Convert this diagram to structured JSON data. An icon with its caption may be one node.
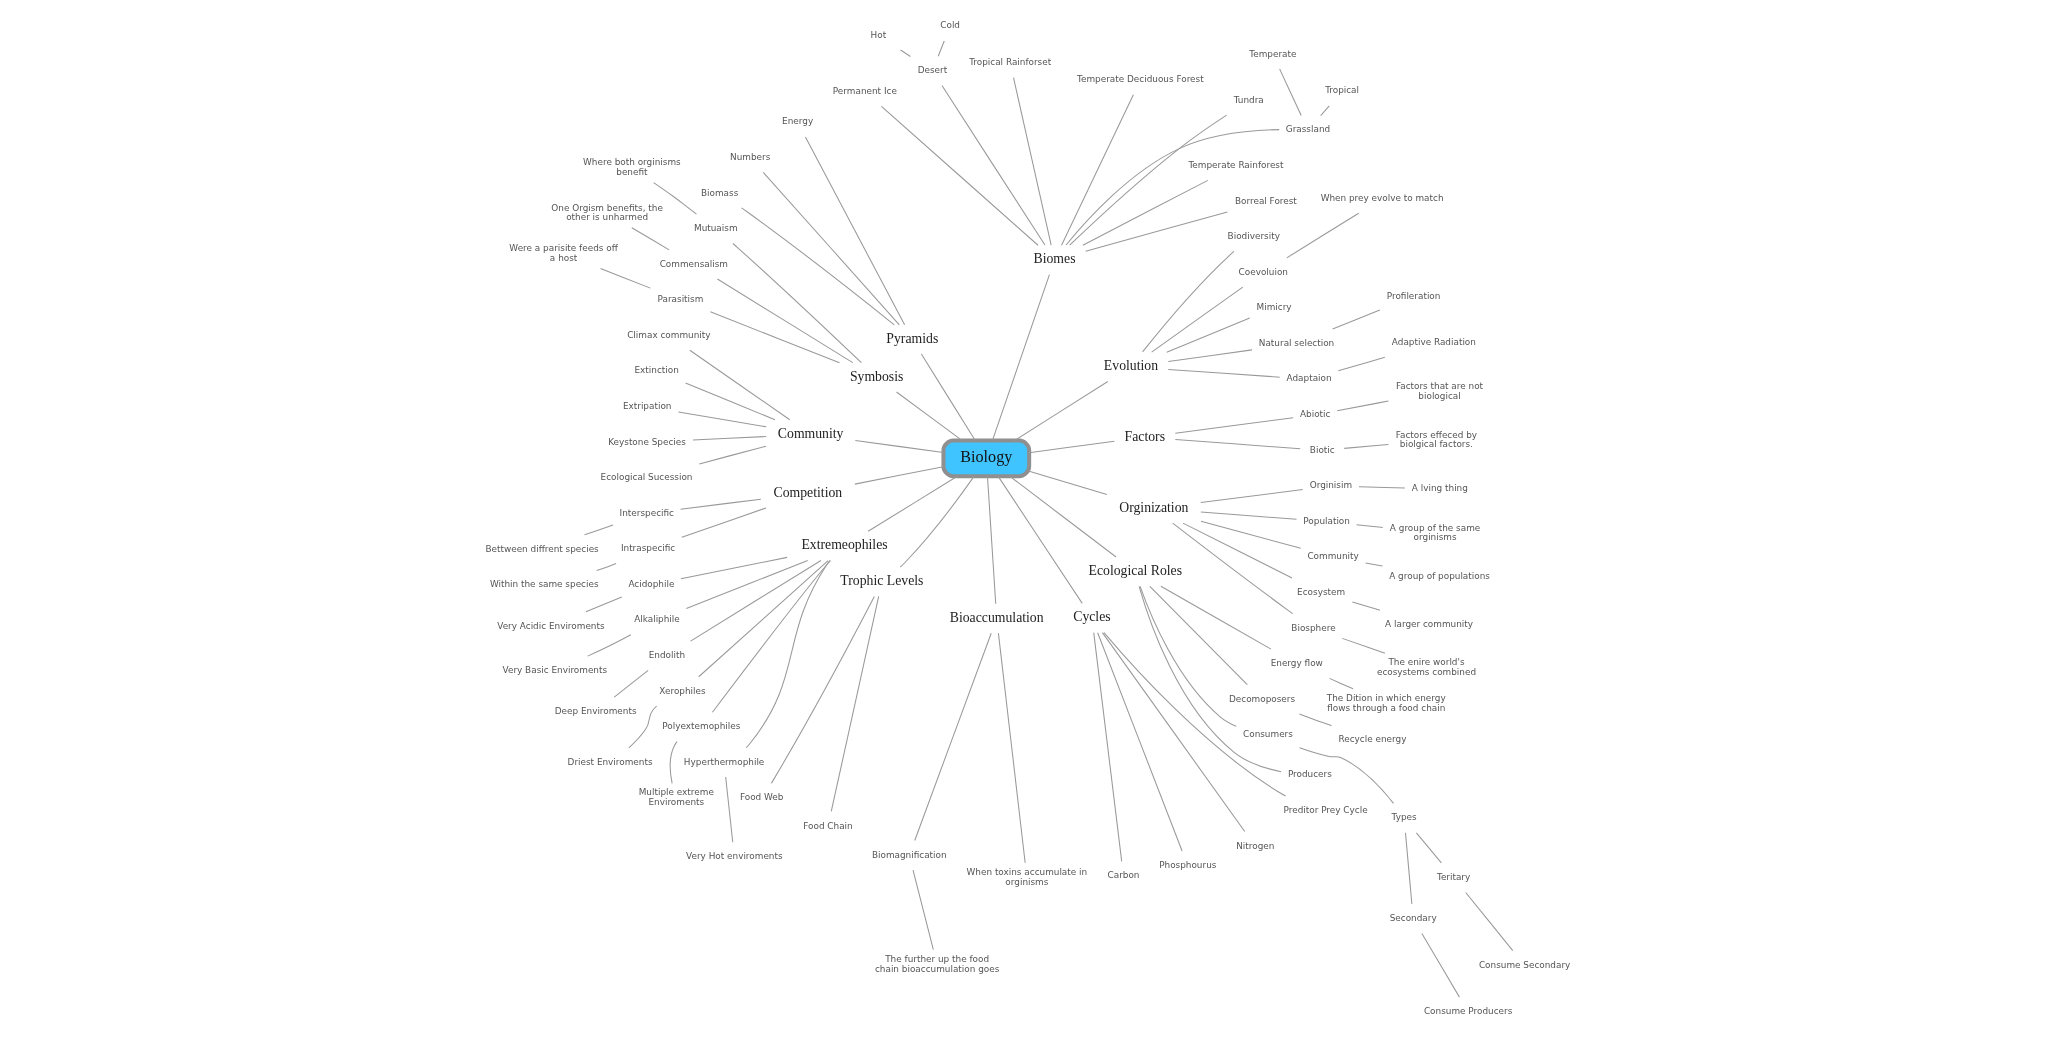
{
  "diagram": {
    "nodes": [
      {
        "text": [
          "Biology"
        ]
      },
      {
        "text": [
          "Factors"
        ]
      },
      {
        "text": [
          "Biotic"
        ]
      },
      {
        "text": [
          "Factors effeced by biolgical factors."
        ]
      },
      {
        "text": [
          "Abiotic"
        ]
      },
      {
        "text": [
          "Factors that are not biological"
        ]
      },
      {
        "text": [
          "Evolution"
        ]
      },
      {
        "text": [
          "Adaptaion"
        ]
      },
      {
        "text": [
          "Adaptive Radiation"
        ]
      },
      {
        "text": [
          "Natural selection"
        ]
      },
      {
        "text": [
          "Profileration"
        ]
      },
      {
        "text": [
          "Mimicry"
        ]
      },
      {
        "text": [
          "Coevoluion"
        ]
      },
      {
        "text": [
          "When prey evolve to match"
        ]
      },
      {
        "text": [
          "Biodiversity"
        ]
      },
      {
        "text": [
          "Biomes"
        ]
      },
      {
        "text": [
          "Borreal Forest"
        ]
      },
      {
        "text": [
          "Temperate Rainforest"
        ]
      },
      {
        "text": [
          "Grassland"
        ]
      },
      {
        "text": [
          "Tropical"
        ]
      },
      {
        "text": [
          "Temperate"
        ]
      },
      {
        "text": [
          "Tundra"
        ]
      },
      {
        "text": [
          "Temperate Deciduous Forest"
        ]
      },
      {
        "text": [
          "Tropical Rainforset"
        ]
      },
      {
        "text": [
          "Desert"
        ]
      },
      {
        "text": [
          "Cold"
        ]
      },
      {
        "text": [
          "Hot"
        ]
      },
      {
        "text": [
          "Permanent Ice"
        ]
      },
      {
        "text": [
          "Pyramids"
        ]
      },
      {
        "text": [
          "Energy"
        ]
      },
      {
        "text": [
          "Numbers"
        ]
      },
      {
        "text": [
          "Biomass"
        ]
      },
      {
        "text": [
          "Symbosis"
        ]
      },
      {
        "text": [
          "Mutuaism"
        ]
      },
      {
        "text": [
          "Where both orginisms benefit"
        ]
      },
      {
        "text": [
          "Commensalism"
        ]
      },
      {
        "text": [
          "One Orgism benefits, the other is unharmed"
        ]
      },
      {
        "text": [
          "Parasitism"
        ]
      },
      {
        "text": [
          "Were a parisite feeds off a host"
        ]
      },
      {
        "text": [
          "Community"
        ]
      },
      {
        "text": [
          "Climax community"
        ]
      },
      {
        "text": [
          "Extinction"
        ]
      },
      {
        "text": [
          "Extripation"
        ]
      },
      {
        "text": [
          "Keystone Species"
        ]
      },
      {
        "text": [
          "Ecological Sucession"
        ]
      },
      {
        "text": [
          "Competition"
        ]
      },
      {
        "text": [
          "Interspecific"
        ]
      },
      {
        "text": [
          "Bettween diffrent species"
        ]
      },
      {
        "text": [
          "Intraspecific"
        ]
      },
      {
        "text": [
          "Within the same species"
        ]
      },
      {
        "text": [
          "Extremeophiles"
        ]
      },
      {
        "text": [
          "Acidophile"
        ]
      },
      {
        "text": [
          "Very Acidic Enviroments"
        ]
      },
      {
        "text": [
          "Alkaliphile"
        ]
      },
      {
        "text": [
          "Very Basic Enviroments"
        ]
      },
      {
        "text": [
          "Endolith"
        ]
      },
      {
        "text": [
          "Deep Enviroments"
        ]
      },
      {
        "text": [
          "Xerophiles"
        ]
      },
      {
        "text": [
          "Driest Enviroments"
        ]
      },
      {
        "text": [
          "Polyextemophiles"
        ]
      },
      {
        "text": [
          "Multiple extreme Enviroments"
        ]
      },
      {
        "text": [
          "Hyperthermophile"
        ]
      },
      {
        "text": [
          "Very Hot enviroments"
        ]
      },
      {
        "text": [
          "Trophic Levels"
        ]
      },
      {
        "text": [
          "Food Web"
        ]
      },
      {
        "text": [
          "Food Chain"
        ]
      },
      {
        "text": [
          "Bioaccumulation"
        ]
      },
      {
        "text": [
          "Biomagnification"
        ]
      },
      {
        "text": [
          "The further up the food chain bioaccumulation goes"
        ]
      },
      {
        "text": [
          "When toxins accumulate in orginisms"
        ]
      },
      {
        "text": [
          "Cycles"
        ]
      },
      {
        "text": [
          "Carbon"
        ]
      },
      {
        "text": [
          "Phosphourus"
        ]
      },
      {
        "text": [
          "Nitrogen"
        ]
      },
      {
        "text": [
          "Preditor Prey Cycle"
        ]
      },
      {
        "text": [
          "Ecological Roles"
        ]
      },
      {
        "text": [
          "Producers"
        ]
      },
      {
        "text": [
          "Consumers"
        ]
      },
      {
        "text": [
          "Types"
        ]
      },
      {
        "text": [
          "Secondary"
        ]
      },
      {
        "text": [
          "Consume Producers"
        ]
      },
      {
        "text": [
          "Teritary"
        ]
      },
      {
        "text": [
          "Consume Secondary"
        ]
      },
      {
        "text": [
          "Decomoposers"
        ]
      },
      {
        "text": [
          "Recycle energy"
        ]
      },
      {
        "text": [
          "Energy flow"
        ]
      },
      {
        "text": [
          "The Dition in which energy flows through a food chain"
        ]
      },
      {
        "text": [
          "Orginization"
        ]
      },
      {
        "text": [
          "Biosphere"
        ]
      },
      {
        "text": [
          "The enire world's ecosystems combined"
        ]
      },
      {
        "text": [
          "Ecosystem"
        ]
      },
      {
        "text": [
          "A larger community"
        ]
      },
      {
        "text": [
          "Community"
        ]
      },
      {
        "text": [
          "A group of populations"
        ]
      },
      {
        "text": [
          "Population"
        ]
      },
      {
        "text": [
          "A group of the same orginisms"
        ]
      },
      {
        "text": [
          "Orginisim"
        ]
      },
      {
        "text": [
          "A lving thing"
        ]
      }
    ],
    "edges": [
      {
        "from": 0,
        "to": 1,
        "arrow": "none"
      },
      {
        "from": 1,
        "to": 2,
        "arrow": "none"
      },
      {
        "from": 2,
        "to": 3,
        "arrow": "none"
      },
      {
        "from": 1,
        "to": 4,
        "arrow": "none"
      },
      {
        "from": 4,
        "to": 5,
        "arrow": "none"
      },
      {
        "from": 0,
        "to": 6,
        "arrow": "none"
      },
      {
        "from": 6,
        "to": 7,
        "arrow": "none"
      },
      {
        "from": 7,
        "to": 8,
        "arrow": "none"
      },
      {
        "from": 6,
        "to": 9,
        "arrow": "none"
      },
      {
        "from": 9,
        "to": 10,
        "arrow": "none"
      },
      {
        "from": 6,
        "to": 11,
        "arrow": "none"
      },
      {
        "from": 6,
        "to": 12,
        "arrow": "none"
      },
      {
        "from": 12,
        "to": 13,
        "arrow": "none"
      },
      {
        "from": 6,
        "to": 14,
        "arrow": "none"
      },
      {
        "from": 0,
        "to": 15,
        "arrow": "none"
      },
      {
        "from": 15,
        "to": 16,
        "arrow": "none"
      },
      {
        "from": 15,
        "to": 17,
        "arrow": "none"
      },
      {
        "from": 15,
        "to": 18,
        "arrow": "none"
      },
      {
        "from": 18,
        "to": 19,
        "arrow": "none"
      },
      {
        "from": 18,
        "to": 20,
        "arrow": "none"
      },
      {
        "from": 15,
        "to": 21,
        "arrow": "none"
      },
      {
        "from": 15,
        "to": 22,
        "arrow": "none"
      },
      {
        "from": 15,
        "to": 23,
        "arrow": "none"
      },
      {
        "from": 15,
        "to": 24,
        "arrow": "none"
      },
      {
        "from": 24,
        "to": 25,
        "arrow": "none"
      },
      {
        "from": 24,
        "to": 26,
        "arrow": "none"
      },
      {
        "from": 15,
        "to": 27,
        "arrow": "none"
      },
      {
        "from": 0,
        "to": 28,
        "arrow": "none"
      },
      {
        "from": 28,
        "to": 29,
        "arrow": "none"
      },
      {
        "from": 28,
        "to": 30,
        "arrow": "none"
      },
      {
        "from": 28,
        "to": 31,
        "arrow": "none"
      },
      {
        "from": 0,
        "to": 32,
        "arrow": "none"
      },
      {
        "from": 32,
        "to": 33,
        "arrow": "none"
      },
      {
        "from": 33,
        "to": 34,
        "arrow": "none"
      },
      {
        "from": 32,
        "to": 35,
        "arrow": "none"
      },
      {
        "from": 35,
        "to": 36,
        "arrow": "none"
      },
      {
        "from": 32,
        "to": 37,
        "arrow": "none"
      },
      {
        "from": 37,
        "to": 38,
        "arrow": "none"
      },
      {
        "from": 0,
        "to": 39,
        "arrow": "none"
      },
      {
        "from": 39,
        "to": 40,
        "arrow": "none"
      },
      {
        "from": 39,
        "to": 41,
        "arrow": "none"
      },
      {
        "from": 39,
        "to": 42,
        "arrow": "none"
      },
      {
        "from": 39,
        "to": 43,
        "arrow": "none"
      },
      {
        "from": 39,
        "to": 44,
        "arrow": "none"
      },
      {
        "from": 0,
        "to": 45,
        "arrow": "none"
      },
      {
        "from": 45,
        "to": 46,
        "arrow": "none"
      },
      {
        "from": 46,
        "to": 47,
        "arrow": "none"
      },
      {
        "from": 45,
        "to": 48,
        "arrow": "none"
      },
      {
        "from": 48,
        "to": 49,
        "arrow": "none"
      },
      {
        "from": 0,
        "to": 50,
        "arrow": "none"
      },
      {
        "from": 50,
        "to": 51,
        "arrow": "none"
      },
      {
        "from": 51,
        "to": 52,
        "arrow": "none"
      },
      {
        "from": 50,
        "to": 53,
        "arrow": "none"
      },
      {
        "from": 53,
        "to": 54,
        "arrow": "none"
      },
      {
        "from": 50,
        "to": 55,
        "arrow": "none"
      },
      {
        "from": 55,
        "to": 56,
        "arrow": "none"
      },
      {
        "from": 50,
        "to": 57,
        "arrow": "none"
      },
      {
        "from": 57,
        "to": 58,
        "arrow": "none"
      },
      {
        "from": 50,
        "to": 59,
        "arrow": "none"
      },
      {
        "from": 59,
        "to": 60,
        "arrow": "none"
      },
      {
        "from": 50,
        "to": 61,
        "arrow": "none"
      },
      {
        "from": 61,
        "to": 62,
        "arrow": "none"
      },
      {
        "from": 0,
        "to": 63,
        "arrow": "none"
      },
      {
        "from": 63,
        "to": 64,
        "arrow": "none"
      },
      {
        "from": 63,
        "to": 65,
        "arrow": "none"
      },
      {
        "from": 0,
        "to": 66,
        "arrow": "none"
      },
      {
        "from": 66,
        "to": 67,
        "arrow": "none"
      },
      {
        "from": 67,
        "to": 68,
        "arrow": "none"
      },
      {
        "from": 66,
        "to": 69,
        "arrow": "none"
      },
      {
        "from": 0,
        "to": 70,
        "arrow": "none"
      },
      {
        "from": 70,
        "to": 71,
        "arrow": "none"
      },
      {
        "from": 70,
        "to": 72,
        "arrow": "none"
      },
      {
        "from": 70,
        "to": 73,
        "arrow": "none"
      },
      {
        "from": 70,
        "to": 74,
        "arrow": "none"
      },
      {
        "from": 0,
        "to": 75,
        "arrow": "none"
      },
      {
        "from": 75,
        "to": 76,
        "arrow": "none"
      },
      {
        "from": 75,
        "to": 77,
        "arrow": "none"
      },
      {
        "from": 77,
        "to": 78,
        "arrow": "none"
      },
      {
        "from": 78,
        "to": 79,
        "arrow": "none"
      },
      {
        "from": 79,
        "to": 80,
        "arrow": "none"
      },
      {
        "from": 78,
        "to": 81,
        "arrow": "none"
      },
      {
        "from": 81,
        "to": 82,
        "arrow": "none"
      },
      {
        "from": 75,
        "to": 83,
        "arrow": "none"
      },
      {
        "from": 83,
        "to": 84,
        "arrow": "none"
      },
      {
        "from": 75,
        "to": 85,
        "arrow": "none"
      },
      {
        "from": 85,
        "to": 86,
        "arrow": "none"
      },
      {
        "from": 0,
        "to": 87,
        "arrow": "none"
      },
      {
        "from": 87,
        "to": 88,
        "arrow": "none"
      },
      {
        "from": 88,
        "to": 89,
        "arrow": "none"
      },
      {
        "from": 87,
        "to": 90,
        "arrow": "none"
      },
      {
        "from": 90,
        "to": 91,
        "arrow": "none"
      },
      {
        "from": 87,
        "to": 92,
        "arrow": "none"
      },
      {
        "from": 92,
        "to": 93,
        "arrow": "none"
      },
      {
        "from": 87,
        "to": 94,
        "arrow": "none"
      },
      {
        "from": 94,
        "to": 95,
        "arrow": "none"
      },
      {
        "from": 87,
        "to": 96,
        "arrow": "none"
      },
      {
        "from": 96,
        "to": 97,
        "arrow": "none"
      }
    ]
  }
}
